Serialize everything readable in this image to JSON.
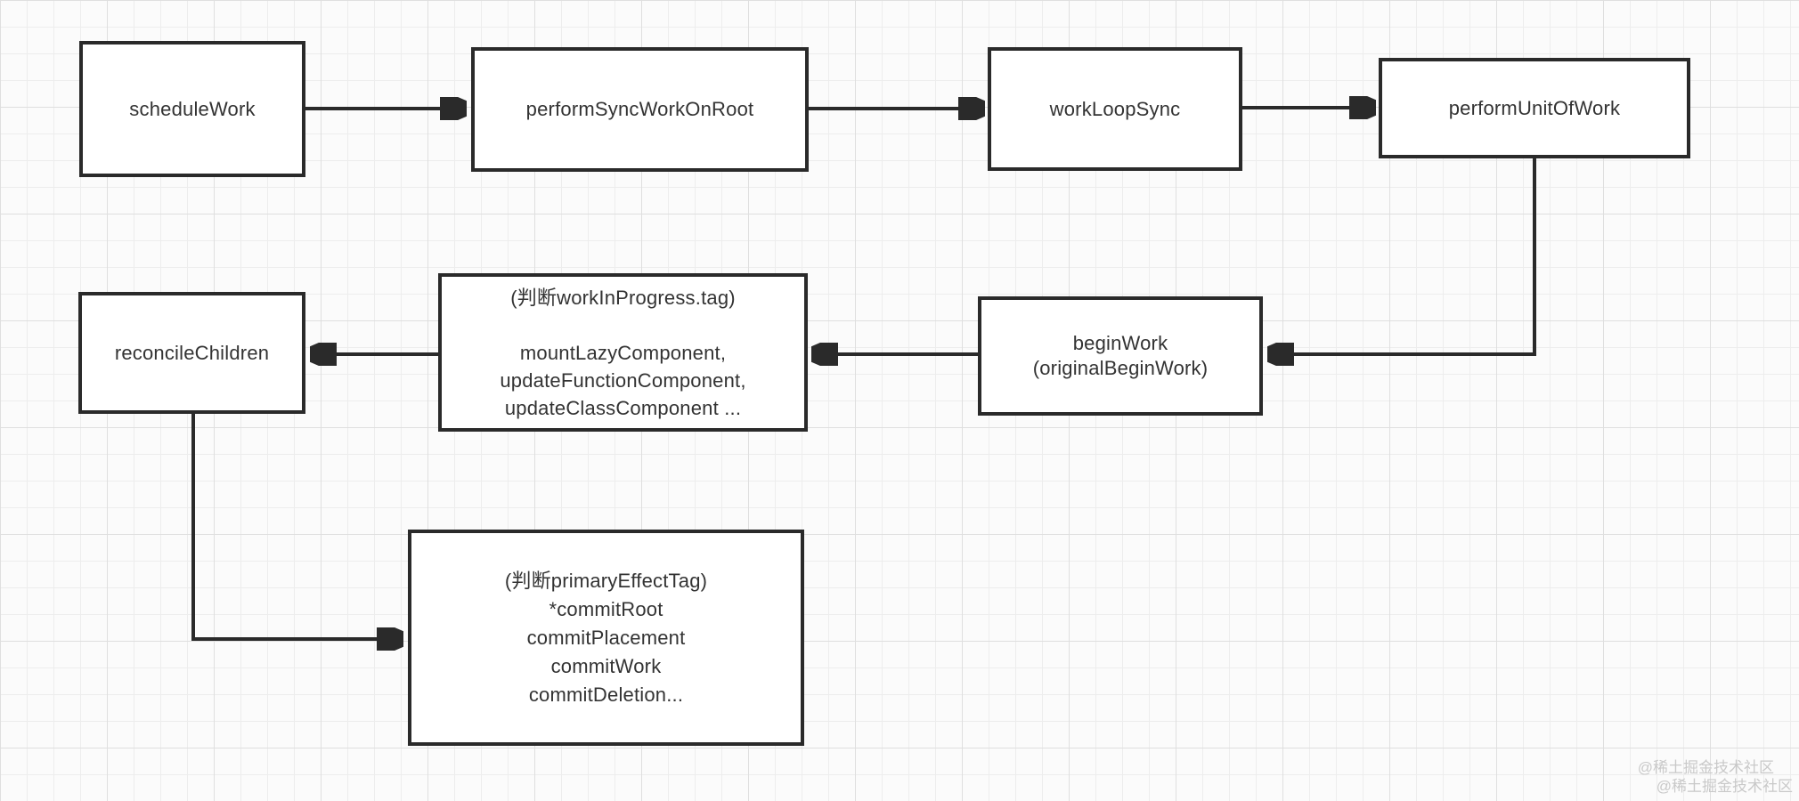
{
  "diagram": {
    "title_hint": "React sync render flow chart",
    "nodes": [
      {
        "id": "schedule-work",
        "lines": [
          "scheduleWork"
        ]
      },
      {
        "id": "perform-sync-work-on-root",
        "lines": [
          "performSyncWorkOnRoot"
        ]
      },
      {
        "id": "work-loop-sync",
        "lines": [
          "workLoopSync"
        ]
      },
      {
        "id": "perform-unit-of-work",
        "lines": [
          "performUnitOfWork"
        ]
      },
      {
        "id": "begin-work",
        "lines": [
          "beginWork",
          "(originalBeginWork)"
        ]
      },
      {
        "id": "work-in-progress-tag-switch",
        "lines": [
          "(判断workInProgress.tag)",
          "",
          "mountLazyComponent,",
          "updateFunctionComponent,",
          "updateClassComponent ..."
        ]
      },
      {
        "id": "reconcile-children",
        "lines": [
          "reconcileChildren"
        ]
      },
      {
        "id": "primary-effect-tag-switch",
        "lines": [
          "(判断primaryEffectTag)",
          "*commitRoot",
          "commitPlacement",
          "commitWork",
          "commitDeletion..."
        ]
      }
    ],
    "edges": [
      {
        "from": "scheduleWork",
        "to": "performSyncWorkOnRoot"
      },
      {
        "from": "performSyncWorkOnRoot",
        "to": "workLoopSync"
      },
      {
        "from": "workLoopSync",
        "to": "performUnitOfWork"
      },
      {
        "from": "performUnitOfWork",
        "to": "beginWork (originalBeginWork)"
      },
      {
        "from": "beginWork (originalBeginWork)",
        "to": "(判断workInProgress.tag) mountLazyComponent, updateFunctionComponent, updateClassComponent ..."
      },
      {
        "from": "(判断workInProgress.tag) mountLazyComponent, updateFunctionComponent, updateClassComponent ...",
        "to": "reconcileChildren"
      },
      {
        "from": "reconcileChildren",
        "to": "(判断primaryEffectTag) *commitRoot commitPlacement commitWork commitDeletion..."
      }
    ],
    "colors": {
      "background": "#fbfbfb",
      "grid_minor": "#ededed",
      "grid_major": "#dfdfdf",
      "box_fill": "#ffffff",
      "box_border": "#2a2a2a",
      "arrow": "#2a2a2a",
      "text": "#333333",
      "watermark": "#c9c9c9"
    },
    "watermark": {
      "lines": [
        "@稀土掘金技术社区",
        "@稀土掘金技术社区"
      ]
    }
  }
}
